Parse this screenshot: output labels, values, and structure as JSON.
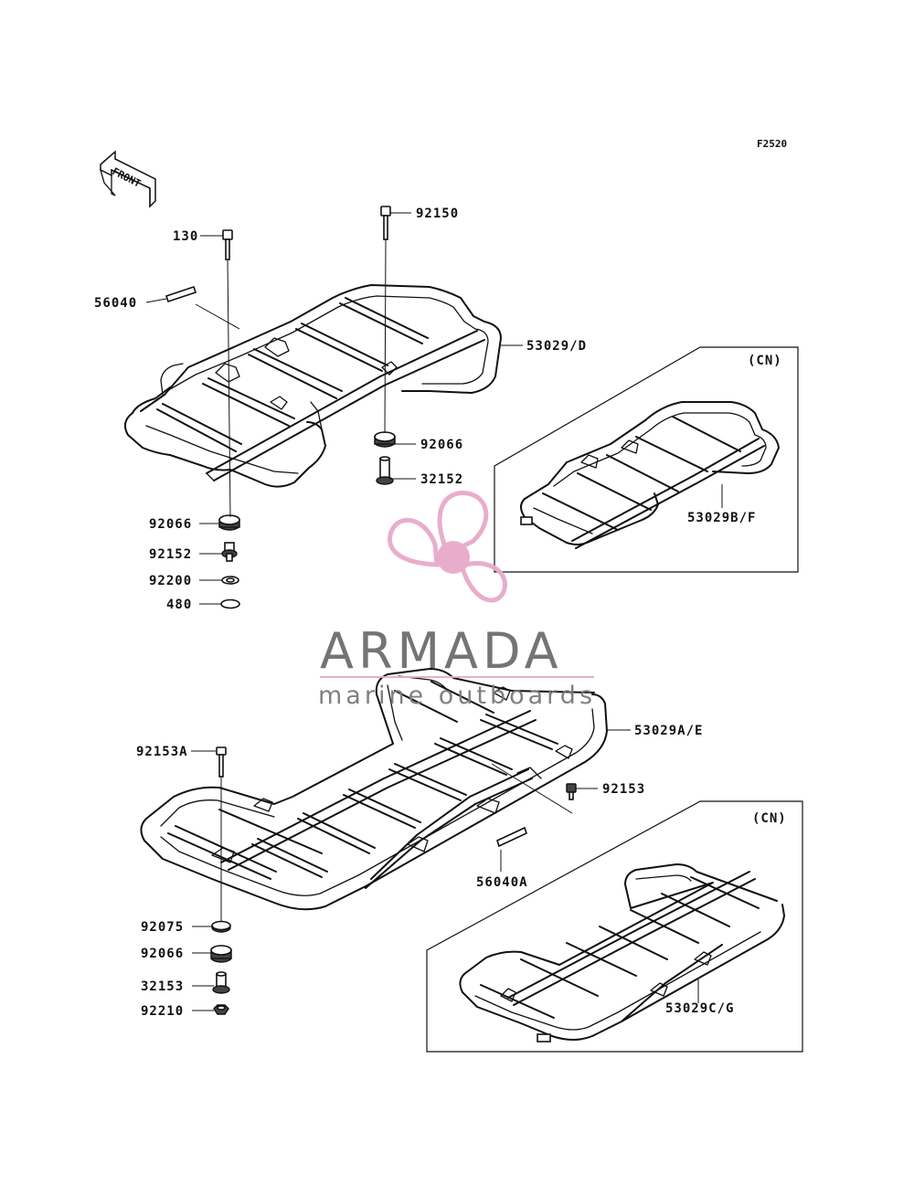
{
  "figure_code": "F2520",
  "front_arrow": "FRONT",
  "labels": {
    "p130": "130",
    "p92150": "92150",
    "p56040": "56040",
    "p53029_d": "53029/D",
    "p92066_right": "92066",
    "p32152": "32152",
    "p92066_left": "92066",
    "p92152": "92152",
    "p92200": "92200",
    "p480": "480",
    "p53029b_f": "53029B/F",
    "p92153a": "92153A",
    "p53029a_e": "53029A/E",
    "p92153": "92153",
    "p56040a": "56040A",
    "p92075": "92075",
    "p92066_bottom": "92066",
    "p32153": "32153",
    "p92210": "92210",
    "p53029c_g": "53029C/G"
  },
  "cn_boxes": {
    "upper": "(CN)",
    "lower": "(CN)"
  },
  "watermark": {
    "title": "ARMADA",
    "subtitle": "marine outboards",
    "accent_color": "#e8a9c9",
    "logo": "propeller-logo"
  }
}
